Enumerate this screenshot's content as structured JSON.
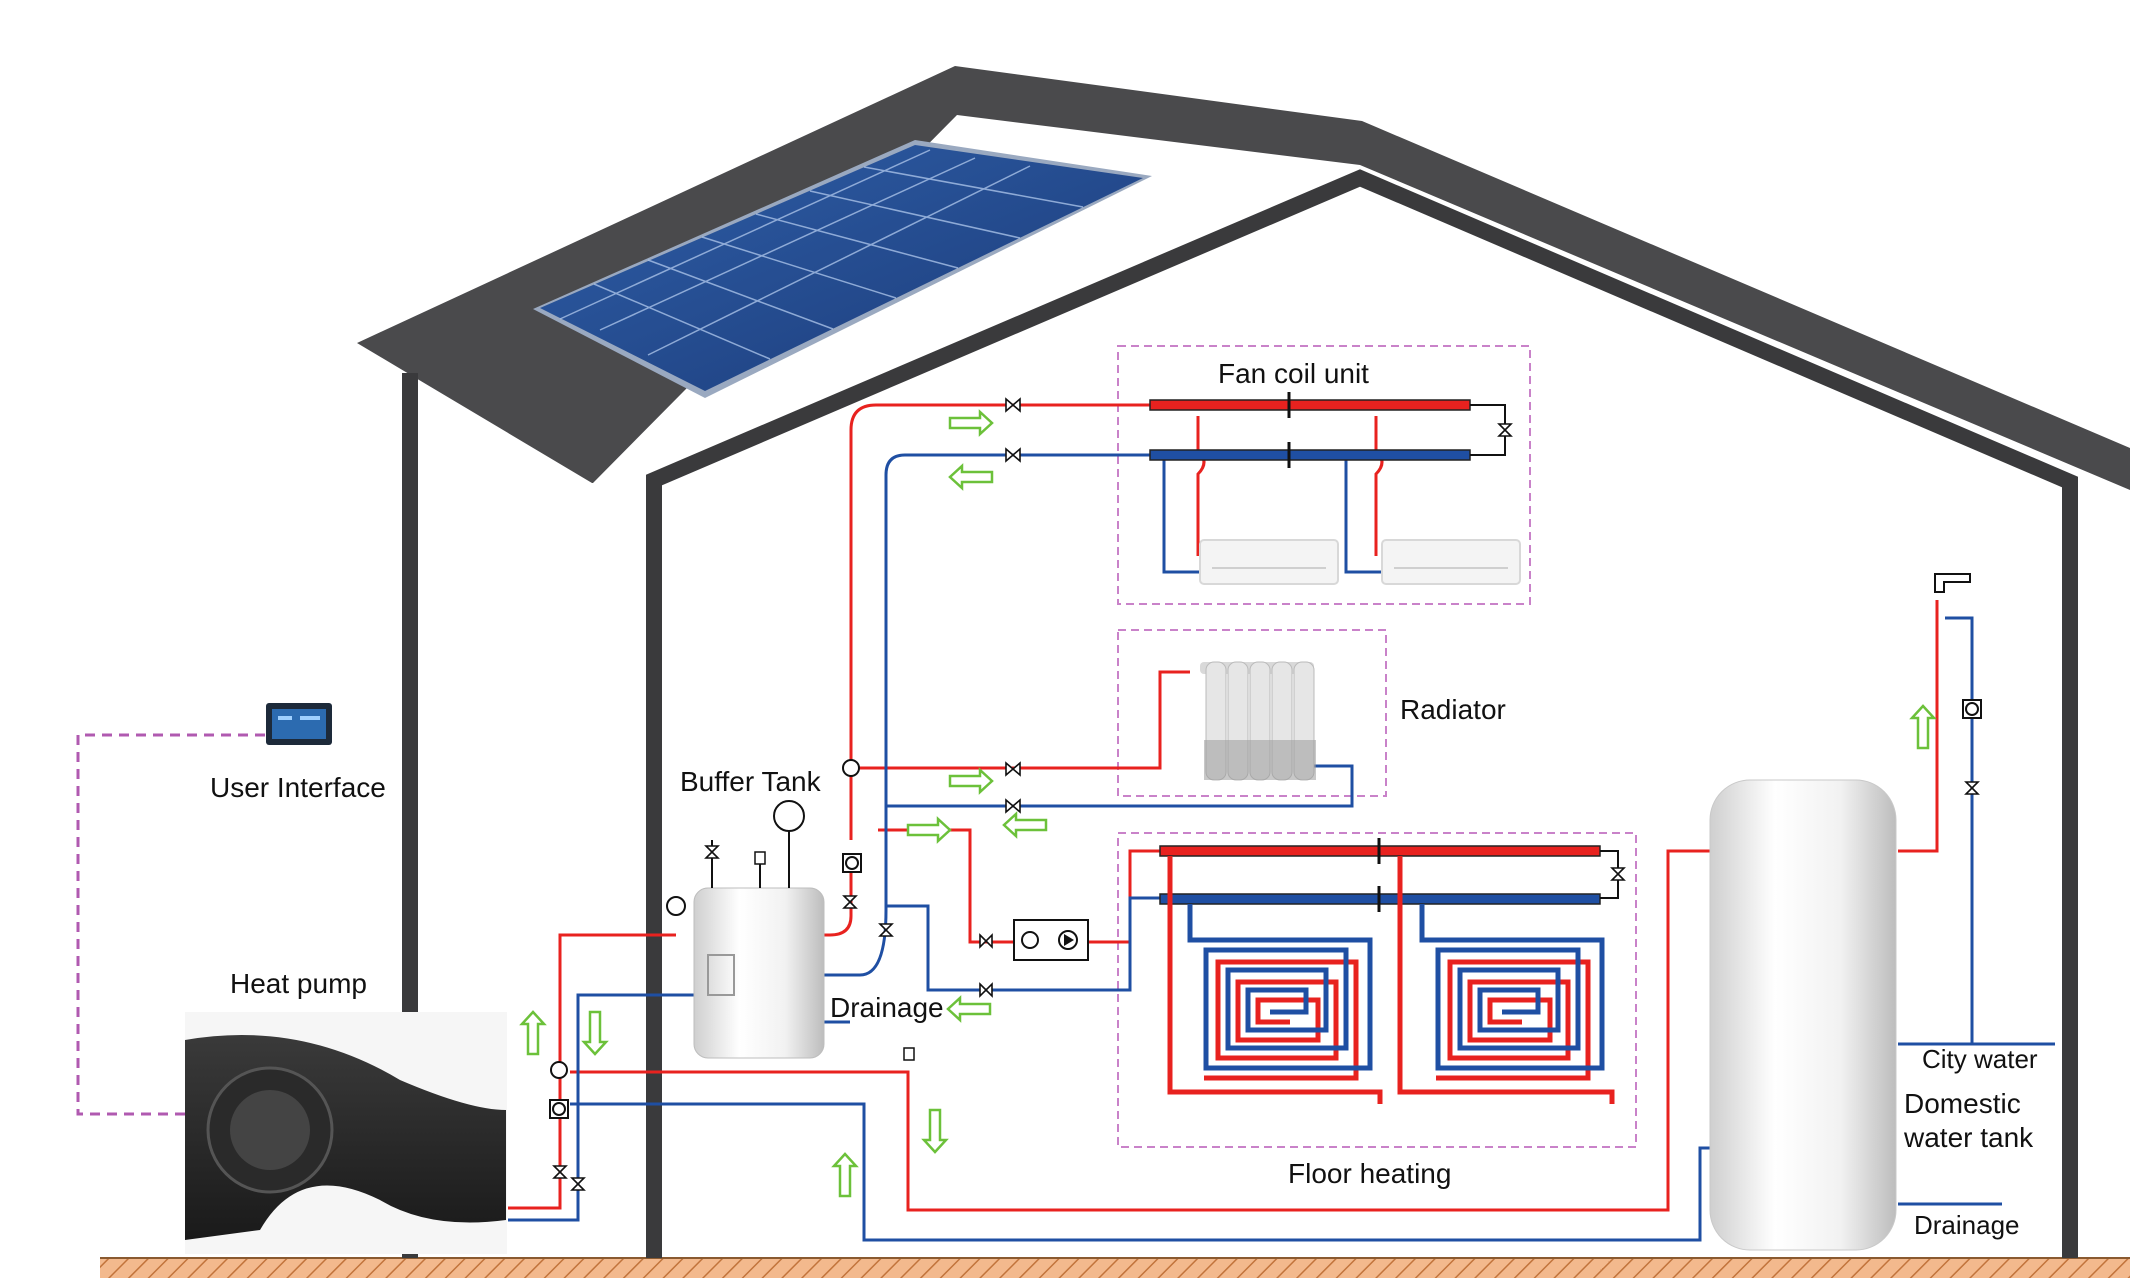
{
  "labels": {
    "fan_coil_unit": "Fan coil unit",
    "radiator": "Radiator",
    "user_interface": "User Interface",
    "buffer_tank": "Buffer Tank",
    "heat_pump": "Heat pump",
    "drainage_buffer": "Drainage",
    "city_water": "City water",
    "domestic_water_tank": [
      "Domestic",
      "water tank"
    ],
    "drainage_domestic": "Drainage",
    "floor_heating": "Floor heating"
  },
  "colors": {
    "supply_pipe": "#e8221f",
    "return_pipe": "#1f4fa3",
    "flow_arrow": "#6cc13a",
    "dashed_box": "#c982c9",
    "roof": "#4a4a4c",
    "wall": "#3a3a3c",
    "ground": "#e9a06a"
  }
}
